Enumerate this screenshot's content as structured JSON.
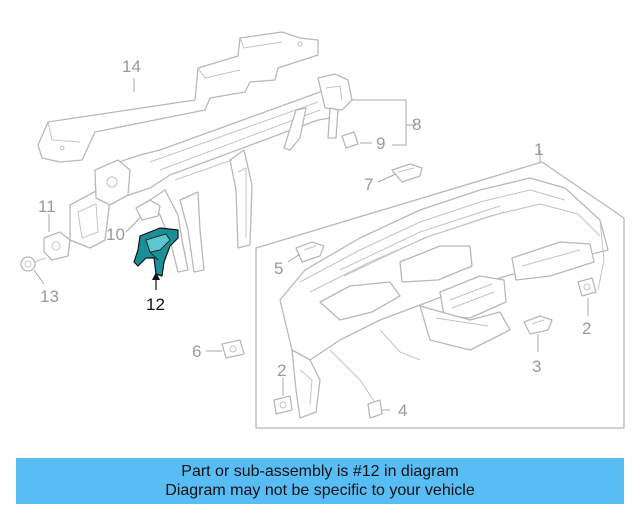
{
  "callouts": {
    "c1": "1",
    "c2a": "2",
    "c2b": "2",
    "c3": "3",
    "c4": "4",
    "c5": "5",
    "c6": "6",
    "c7": "7",
    "c8": "8",
    "c9": "9",
    "c10": "10",
    "c11": "11",
    "c12": "12",
    "c13": "13",
    "c14": "14"
  },
  "highlight": {
    "part_number": "12",
    "color": "#1a8f98"
  },
  "banner": {
    "line1": "Part or sub-assembly is #12 in diagram",
    "line2": "Diagram may not be specific to your vehicle",
    "background": "#58bdf5"
  }
}
